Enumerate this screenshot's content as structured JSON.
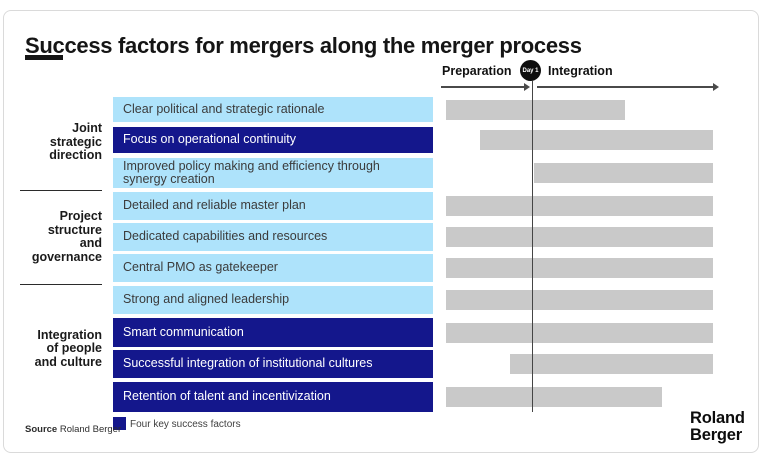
{
  "header": {
    "title": "Success factors for mergers along the merger process"
  },
  "timeline": {
    "phase_left": "Preparation",
    "milestone": "Day 1",
    "phase_right": "Integration"
  },
  "groups": [
    {
      "label": "Joint strategic direction",
      "lines": [
        "Joint",
        "strategic",
        "direction"
      ],
      "row_range": [
        0,
        2
      ]
    },
    {
      "label": "Project structure and governance",
      "lines": [
        "Project",
        "structure",
        "and",
        "governance"
      ],
      "row_range": [
        3,
        5
      ]
    },
    {
      "label": "Integration of people and culture",
      "lines": [
        "Integration",
        "of people",
        "and culture"
      ],
      "row_range": [
        6,
        9
      ]
    }
  ],
  "chart_data": {
    "type": "bar",
    "variant": "horizontal-gantt",
    "title": "Success factors for mergers along the merger process",
    "axis": {
      "phases": [
        "Preparation",
        "Integration"
      ],
      "milestone_label": "Day 1",
      "milestone_position": 0.327,
      "range": [
        0,
        1
      ]
    },
    "grid": false,
    "legend_position": "bottom-left",
    "rows": [
      {
        "label": "Clear political and strategic rationale",
        "group": "Joint strategic direction",
        "key_factor": false,
        "span": [
          0.01,
          0.66
        ]
      },
      {
        "label": "Focus on operational continuity",
        "group": "Joint strategic direction",
        "key_factor": true,
        "span": [
          0.135,
          0.98
        ]
      },
      {
        "label": "Improved policy making and efficiency through synergy creation",
        "group": "Joint strategic direction",
        "key_factor": false,
        "span": [
          0.33,
          0.98
        ]
      },
      {
        "label": "Detailed and reliable master plan",
        "group": "Project structure and governance",
        "key_factor": false,
        "span": [
          0.01,
          0.98
        ]
      },
      {
        "label": "Dedicated capabilities and resources",
        "group": "Project structure and governance",
        "key_factor": false,
        "span": [
          0.01,
          0.98
        ]
      },
      {
        "label": "Central PMO as gatekeeper",
        "group": "Project structure and governance",
        "key_factor": false,
        "span": [
          0.01,
          0.98
        ]
      },
      {
        "label": "Strong and aligned leadership",
        "group": "Integration of people and culture",
        "key_factor": false,
        "span": [
          0.01,
          0.98
        ]
      },
      {
        "label": "Smart communication",
        "group": "Integration of people and culture",
        "key_factor": true,
        "span": [
          0.01,
          0.98
        ]
      },
      {
        "label": "Successful integration of institutional cultures",
        "group": "Integration of people and culture",
        "key_factor": true,
        "span": [
          0.245,
          0.98
        ]
      },
      {
        "label": "Retention of talent and incentivization",
        "group": "Integration of people and culture",
        "key_factor": true,
        "span": [
          0.01,
          0.795
        ]
      }
    ]
  },
  "legend": {
    "label": "Four key success factors",
    "swatch_color": "#14178c"
  },
  "source": {
    "prefix": "Source",
    "text": "Roland Berger"
  },
  "logo": {
    "line1": "Roland",
    "line2": "Berger"
  },
  "colors": {
    "light_blue": "#aee3fb",
    "navy": "#14178c",
    "bar_gray": "#c9c9c9",
    "line_gray": "#4a4a4a",
    "title_black": "#151515"
  }
}
